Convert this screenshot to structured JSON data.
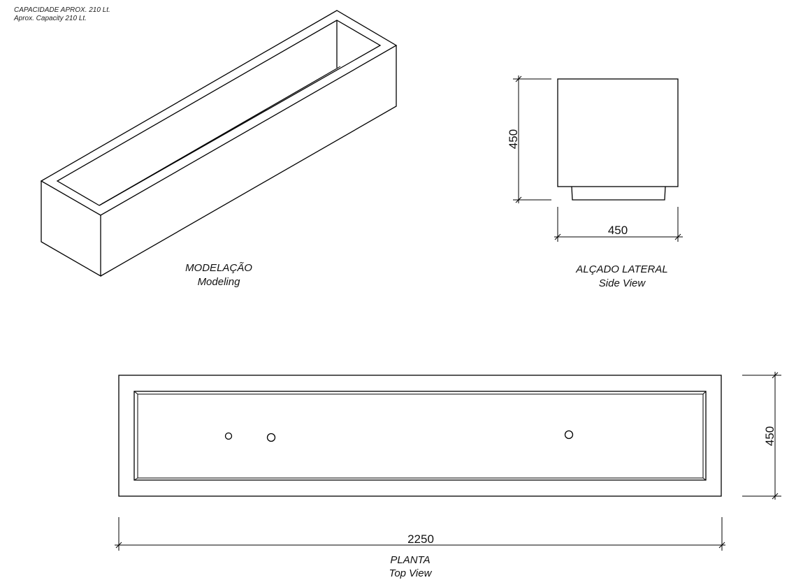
{
  "capacity_note": {
    "pt": "CAPACIDADE APROX. 210 Lt.",
    "en": "Aprox. Capacity 210 Lt."
  },
  "views": {
    "modeling": {
      "title_pt": "MODELAÇÃO",
      "title_en": "Modeling"
    },
    "side": {
      "title_pt": "ALÇADO LATERAL",
      "title_en": "Side View",
      "dim_height": "450",
      "dim_width": "450"
    },
    "top": {
      "title_pt": "PLANTA",
      "title_en": "Top View",
      "dim_length": "2250",
      "dim_width": "450",
      "drain_holes": 3
    }
  },
  "colors": {
    "line": "#000000",
    "background": "#ffffff"
  }
}
